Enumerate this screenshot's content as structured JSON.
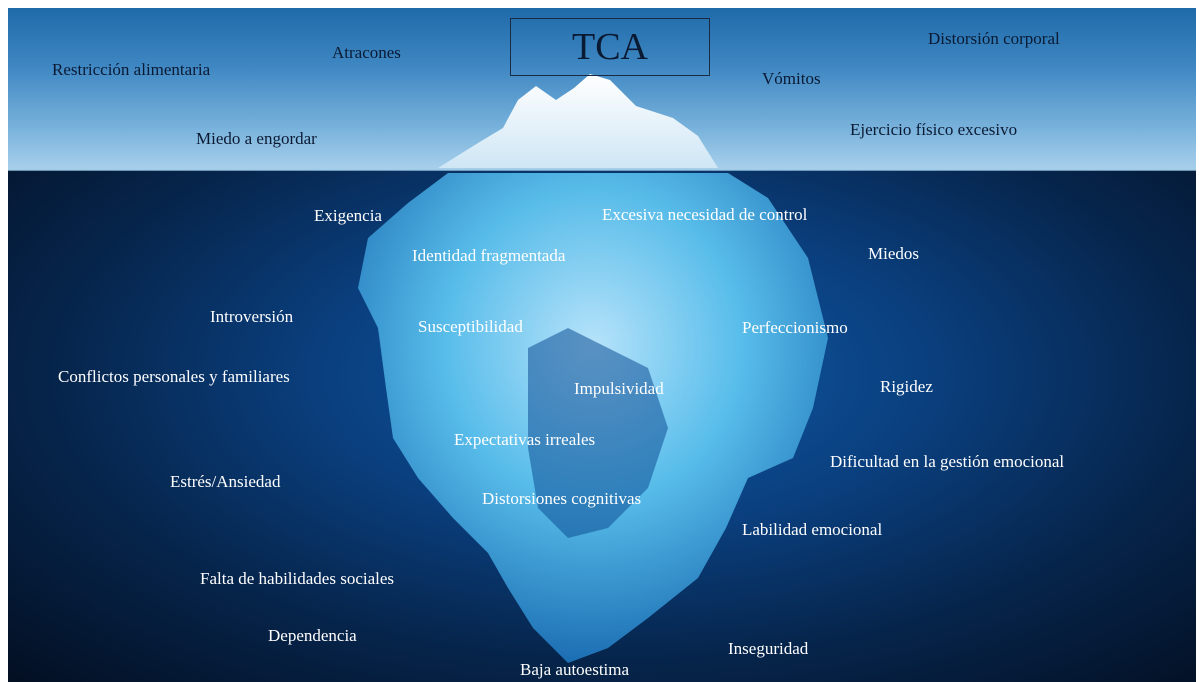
{
  "title": "TCA",
  "above_water": [
    "Restricción alimentaria",
    "Atracones",
    "Distorsión corporal",
    "Vómitos",
    "Miedo a engordar",
    "Ejercicio físico excesivo"
  ],
  "below_water": [
    "Exigencia",
    "Excesiva necesidad de control",
    "Identidad fragmentada",
    "Miedos",
    "Introversión",
    "Susceptibilidad",
    "Perfeccionismo",
    "Conflictos personales y familiares",
    "Impulsividad",
    "Rigidez",
    "Expectativas irreales",
    "Dificultad en la gestión emocional",
    "Estrés/Ansiedad",
    "Distorsiones cognitivas",
    "Labilidad emocional",
    "Falta de habilidades sociales",
    "Dependencia",
    "Inseguridad",
    "Baja autoestima"
  ],
  "colors": {
    "sky": "#3d86c2",
    "deep_sea": "#06254c",
    "ice": "#7fd0f2"
  }
}
